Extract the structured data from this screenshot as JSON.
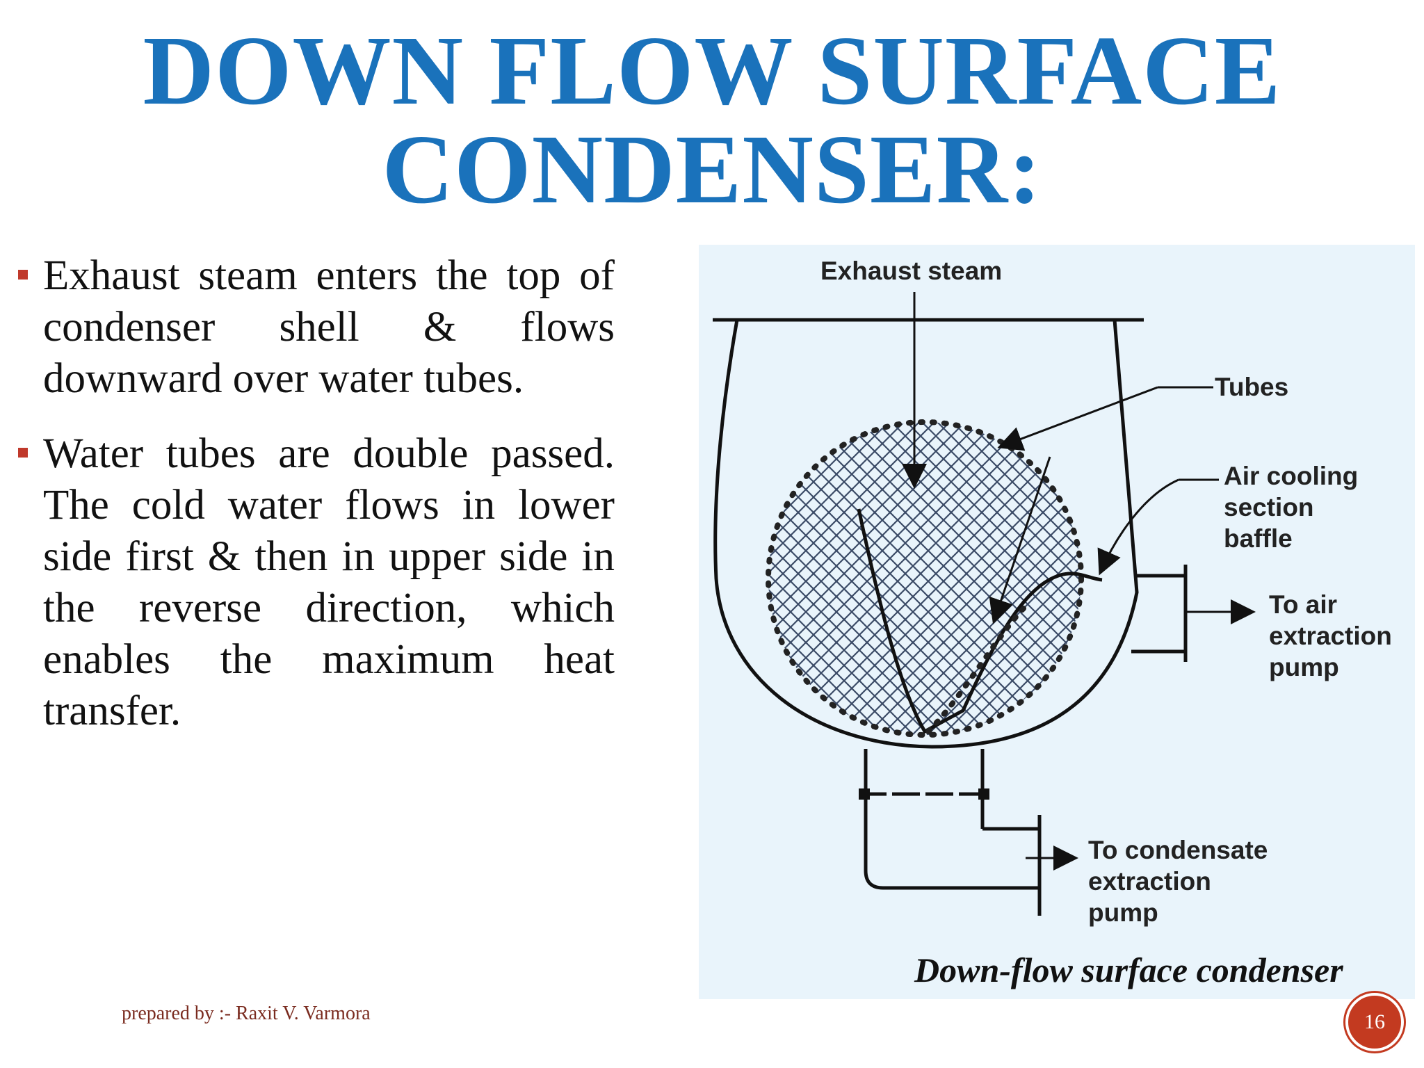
{
  "slide": {
    "title_line1": "DOWN FLOW SURFACE",
    "title_line2": "CONDENSER:",
    "bullets": [
      "Exhaust steam enters the  top of condenser shell & flows downward over water tubes.",
      "Water tubes are double passed. The cold water flows in lower side first &  then in upper side in the reverse direction, which enables the maximum heat transfer."
    ],
    "footer": "prepared by :- Raxit V. Varmora",
    "page_number": "16"
  },
  "diagram": {
    "label_exhaust": "Exhaust steam",
    "label_tubes": "Tubes",
    "label_air_cooling": [
      "Air cooling",
      "section",
      "baffle"
    ],
    "label_air_extraction": [
      "To air",
      "extraction",
      "pump"
    ],
    "label_condensate": [
      "To condensate",
      "extraction",
      "pump"
    ],
    "caption": "Down-flow surface condenser"
  },
  "colors": {
    "title": "#1a72bb",
    "bullet_marker": "#c0392b",
    "footer": "#7a2b1f",
    "badge": "#c33a20",
    "diagram_bg": "#e9f4fb"
  }
}
